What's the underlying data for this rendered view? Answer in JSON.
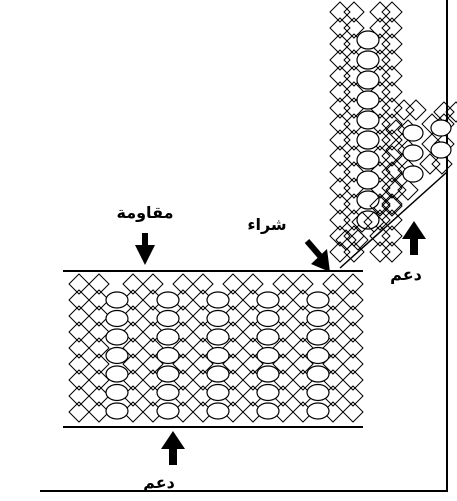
{
  "labels": {
    "resistance": "مقاومة",
    "purchase": "شراء",
    "support_bottom": "دعم",
    "support_right": "دعم"
  },
  "colors": {
    "ink": "#000000",
    "background": "#ffffff"
  }
}
